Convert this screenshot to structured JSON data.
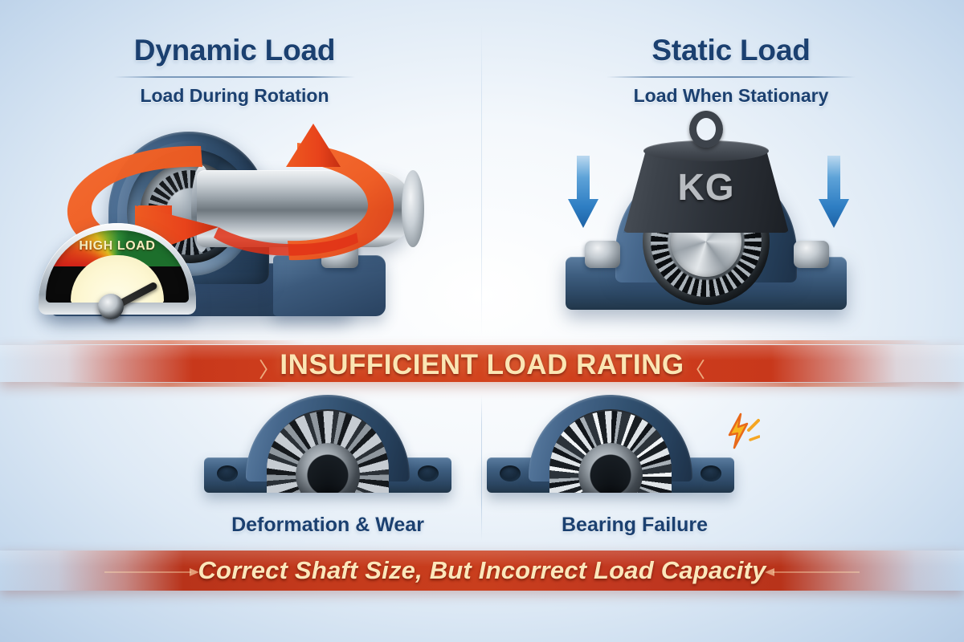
{
  "panels": {
    "left": {
      "title": "Dynamic Load",
      "subtitle": "Load During Rotation",
      "gauge_label": "HIGH LOAD"
    },
    "right": {
      "title": "Static Load",
      "subtitle": "Load When Stationary",
      "weight_label": "KG"
    }
  },
  "banner_main": {
    "text": "INSUFFICIENT LOAD RATING",
    "chevron_left": "〉",
    "chevron_right": "〈",
    "color": "#c8381b",
    "text_color": "#fbe6b4"
  },
  "banner_bottom": {
    "text": "Correct Shaft Size, But Incorrect Load Capacity",
    "color": "#b8331a",
    "text_color": "#fbe7bb"
  },
  "failure_captions": {
    "left": "Deformation & Wear",
    "right": "Bearing Failure"
  },
  "colors": {
    "heading": "#1b4070",
    "housing_blue": "#31506f",
    "arrow_orange": "#ef5a20",
    "arrow_blue": "#2f7fc4",
    "gauge_red": "#cf2118",
    "gauge_green": "#1d6f2c",
    "spark_orange": "#f5a623"
  }
}
